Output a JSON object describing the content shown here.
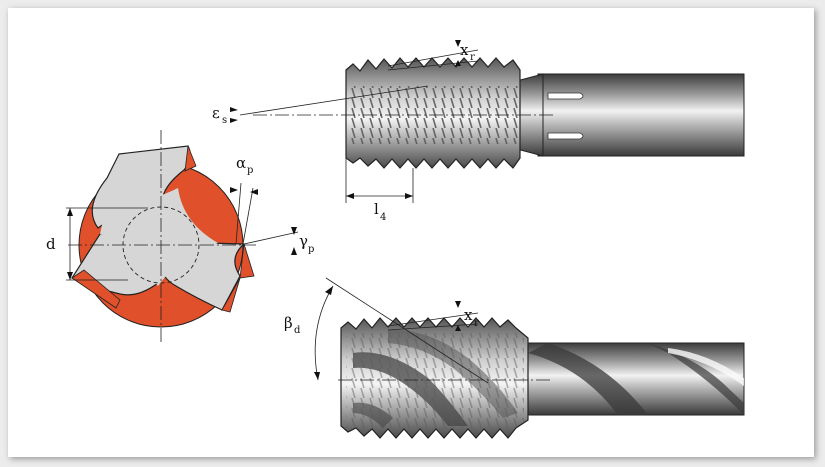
{
  "labels": {
    "x_r_top": {
      "main": "x",
      "sub": "r"
    },
    "epsilon_s": {
      "main": "ε",
      "sub": "s"
    },
    "l_4": {
      "main": "l",
      "sub": "4"
    },
    "alpha_p": {
      "main": "α",
      "sub": "p"
    },
    "gamma_p": {
      "main": "γ",
      "sub": "p"
    },
    "d": {
      "main": "d"
    },
    "beta_d": {
      "main": "β",
      "sub": "d"
    },
    "x_r_bottom": {
      "main": "x",
      "sub": "r"
    }
  },
  "colors": {
    "background": "#ececec",
    "panel": "#ffffff",
    "accent_orange": "#e0502a",
    "body_gray": "#d6d6d6",
    "steel_dark": "#4a4a4a",
    "steel_light": "#c8c8c8"
  }
}
